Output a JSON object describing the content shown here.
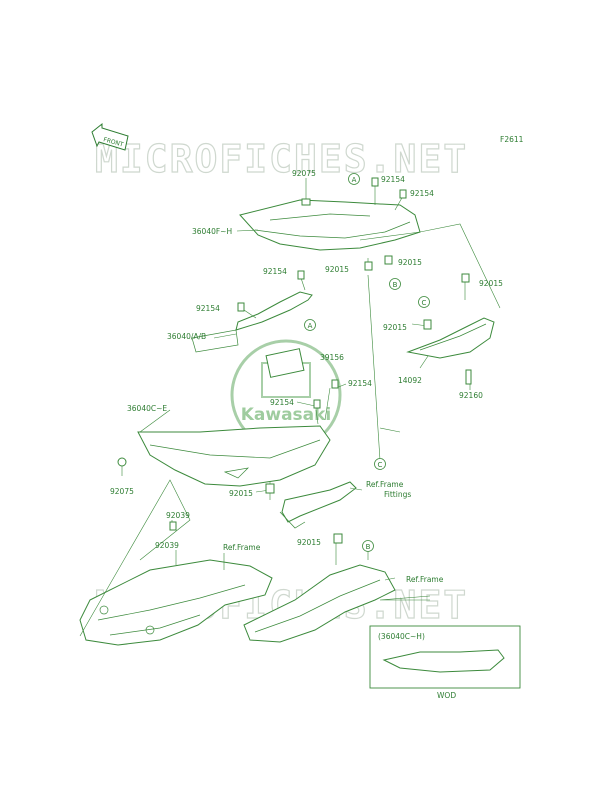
{
  "figure_code": "F2611",
  "watermark": "MICROFICHES.NET",
  "front_arrow_label": "FRONT",
  "logo_text": "Kawasaki",
  "part_labels": {
    "p92075_top": "92075",
    "p92154_a": "92154",
    "p92154_b": "92154",
    "p36040fh": "36040F~H",
    "p92154_c": "92154",
    "p92015_a": "92015",
    "p92015_b": "92015",
    "p92015_c": "92015",
    "p92154_d": "92154",
    "p36040ab": "36040/A/B",
    "p39156": "39156",
    "p92015_d": "92015",
    "p14092": "14092",
    "p92154_e": "92154",
    "p92154_f": "92154",
    "p92160": "92160",
    "p36040ce": "36040C~E",
    "p92075_bot": "92075",
    "p92015_e": "92015",
    "p92039_a": "92039",
    "p92039_b": "92039",
    "p92015_f": "92015"
  },
  "references": {
    "ref_frame_fittings_1": "Ref.Frame",
    "ref_frame_fittings_2": "Fittings",
    "ref_frame_left": "Ref.Frame",
    "ref_frame_right": "Ref.Frame"
  },
  "callouts": {
    "a1": "A",
    "a2": "A",
    "b1": "B",
    "b2": "B",
    "c1": "C",
    "c2": "C"
  },
  "inset": {
    "title": "(36040C~H)",
    "caption": "WOD"
  }
}
